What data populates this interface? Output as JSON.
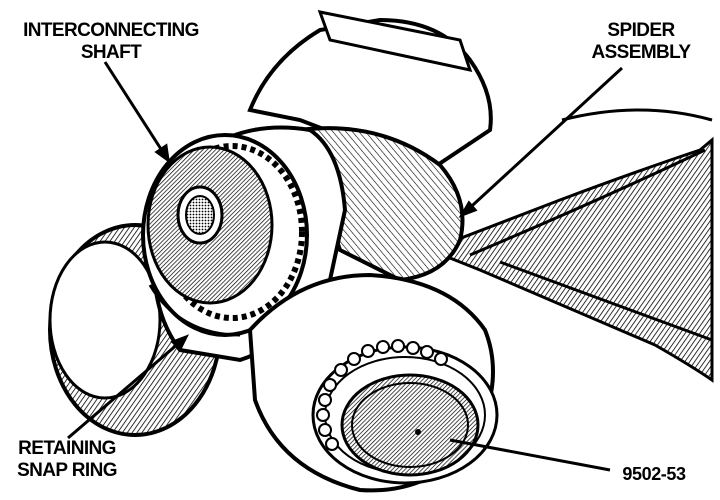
{
  "labels": {
    "interconnecting_shaft": [
      "INTERCONNECTING",
      "SHAFT"
    ],
    "spider_assembly": [
      "SPIDER",
      "ASSEMBLY"
    ],
    "retaining_snap_ring": [
      "RETAINING",
      "SNAP RING"
    ]
  },
  "figure_number": "9502-53",
  "colors": {
    "ink": "#000000",
    "paper": "#ffffff",
    "hatch": "#000000"
  }
}
